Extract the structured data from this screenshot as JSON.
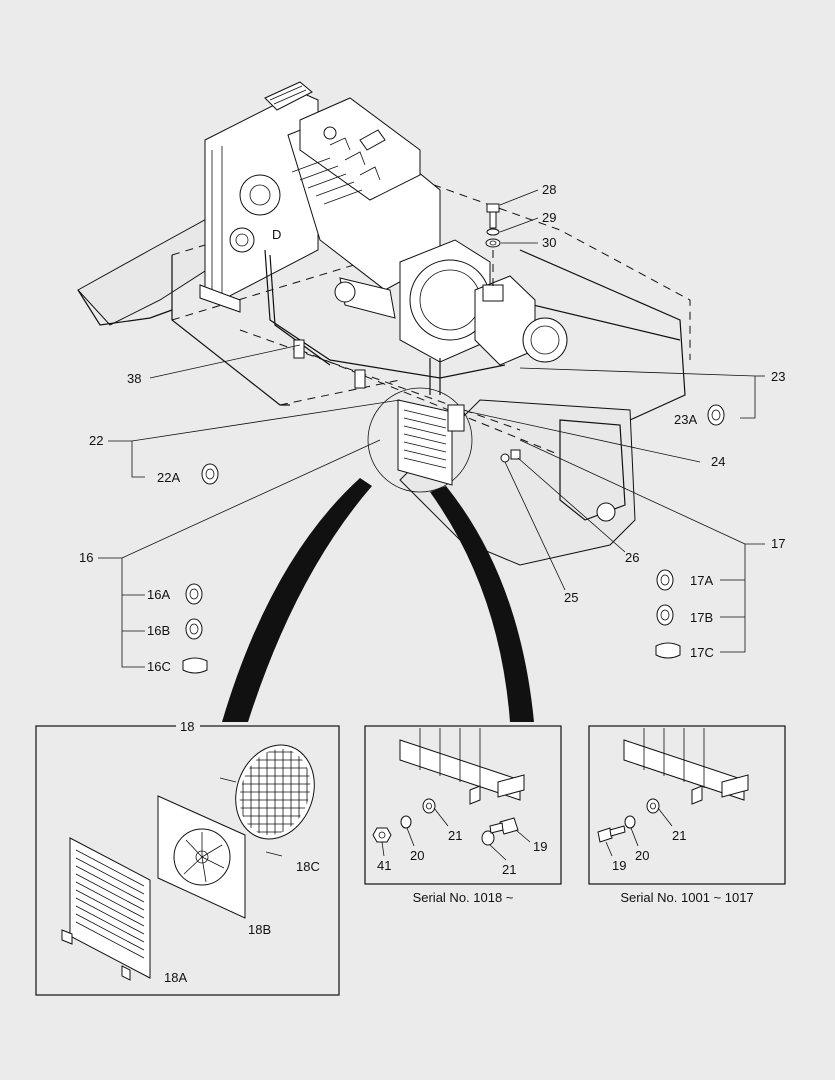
{
  "callouts": {
    "c28": "28",
    "c29": "29",
    "c30": "30",
    "c38": "38",
    "c23": "23",
    "c23A": "23A",
    "c22": "22",
    "c22A": "22A",
    "c24": "24",
    "c17": "17",
    "c17A": "17A",
    "c17B": "17B",
    "c17C": "17C",
    "c26": "26",
    "c25": "25",
    "c16": "16",
    "c16A": "16A",
    "c16B": "16B",
    "c16C": "16C",
    "c18": "18",
    "c18A": "18A",
    "c18B": "18B",
    "c18C": "18C",
    "d": "D"
  },
  "detail_serial_new": {
    "caption": "Serial No. 1018 ~",
    "c21a": "21",
    "c21b": "21",
    "c19": "19",
    "c20": "20",
    "c41": "41"
  },
  "detail_serial_old": {
    "caption": "Serial No. 1001 ~ 1017",
    "c21": "21",
    "c19": "19",
    "c20": "20"
  }
}
